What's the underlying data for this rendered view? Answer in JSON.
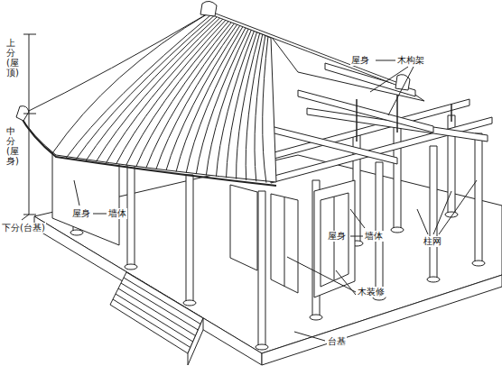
{
  "diagram": {
    "labels": [
      "上分(屋顶)",
      "中分(屋身)",
      "下分(台基)",
      "屋身",
      "墙体",
      "屋身",
      "木构架",
      "屋身",
      "墙体",
      "柱网",
      "木装修",
      "台基"
    ]
  }
}
